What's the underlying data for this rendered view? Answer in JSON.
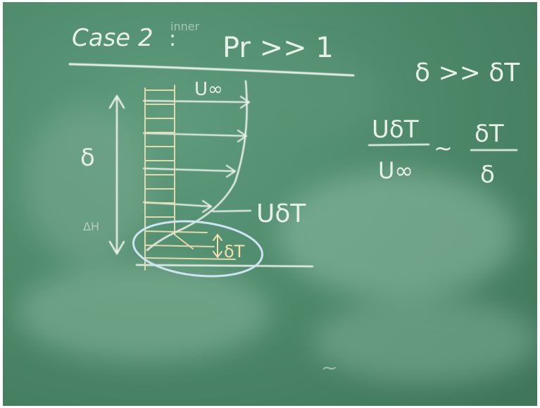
{
  "board": {
    "heading_case": "Case 2",
    "heading_colon": ":",
    "heading_note": "inner",
    "heading_relation": "Pr >> 1",
    "right_relation": "δ >> δT",
    "label_delta": "δ",
    "label_free_stream": "U∞",
    "label_u_delta_t": "UδT",
    "label_delta_t": "δT",
    "label_delta_h": "ΔH",
    "ratio_numerator_left": "UδT",
    "ratio_denominator_left": "U∞",
    "ratio_sim": "~",
    "ratio_numerator_right": "δT",
    "ratio_denominator_right": "δ",
    "bottom_sim": "~"
  },
  "colors": {
    "board_green": "#4e8a6b",
    "chalk_white": "#e8efe6",
    "chalk_yellow": "#f1e1b0",
    "chalk_blue": "#cfe4f2"
  }
}
